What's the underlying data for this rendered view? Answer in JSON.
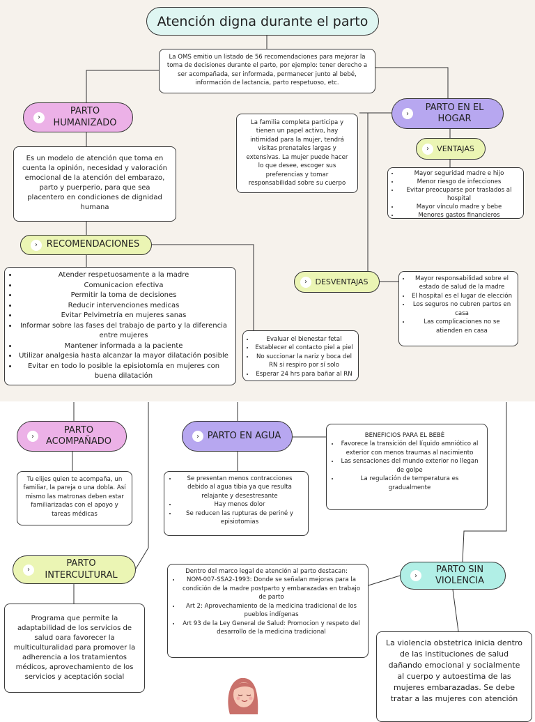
{
  "title": "Atención digna durante el parto",
  "intro": "La OMS emitio un listado de 56 recomendaciones para mejorar la toma de decisiones durante el parto, por ejemplo: tener derecho a ser acompañada, ser informada, permanecer junto al bebé, información de lactancia, parto respetuoso, etc.",
  "humanizado": {
    "label": "PARTO HUMANIZADO",
    "desc": "Es un modelo de atención que toma en cuenta la opinión, necesidad y valoración emocional de la atención del embarazo, parto y puerperio, para que sea placentero en condiciones de dignidad humana",
    "rec_label": "RECOMENDACIONES",
    "rec_items": [
      "Atender respetuosamente a la madre",
      "Comunicacion efectiva",
      "Permitir la toma de decisiones",
      "Reducir intervenciones medicas",
      "Evitar Pelvimetría en mujeres sanas",
      "Informar sobre las fases del trabajo de parto y la diferencia entre mujeres",
      "Mantener informada a la paciente",
      "Utilizar analgesia hasta alcanzar la mayor dilatación posible",
      "Evitar en todo lo posible la episiotomía en mujeres con buena dilatación"
    ],
    "rec_items2": [
      "Evaluar el bienestar fetal",
      "Establecer el contacto piel a piel",
      "No succionar la nariz y boca del RN si respiro por sí solo",
      "Esperar 24 hrs para bañar al RN"
    ]
  },
  "hogar": {
    "label": "PARTO EN EL HOGAR",
    "desc": "La familia completa participa y tienen un papel activo, hay intimidad para la mujer, tendrá visitas prenatales largas y extensivas. La mujer puede hacer lo que desee, escoger sus preferencias y tomar responsabilidad sobre su cuerpo",
    "ventajas_label": "VENTAJAS",
    "ventajas": [
      "Mayor seguridad madre e hijo",
      "Menor riesgo de infecciones",
      "Evitar preocuparse por traslados al hospital",
      "Mayor vínculo madre y bebe",
      "Menores gastos financieros"
    ],
    "desventajas_label": "DESVENTAJAS",
    "desventajas": [
      "Mayor responsabilidad sobre el estado de salud de la madre",
      "El hospital es el lugar de elección",
      "Los seguros no cubren partos en casa",
      "Las complicaciones no se atienden en casa"
    ]
  },
  "acompanado": {
    "label": "PARTO ACOMPAÑADO",
    "desc": "Tu elijes quien te acompaña, un familiar, la pareja o una dobla. Así mismo las matronas deben estar familiarizadas con el apoyo y tareas médicas"
  },
  "agua": {
    "label": "PARTO EN AGUA",
    "items": [
      "Se presentan menos contracciones debido al agua tibia ya que resulta relajante y desestresante",
      "Hay menos dolor",
      "Se reducen las rupturas de periné y episiotomias"
    ],
    "benef_title": "BENEFICIOS PARA EL BEBÉ",
    "benef_items": [
      "Favorece la transición del líquido amniótico al exterior con menos traumas al nacimiento",
      "Las sensaciones del mundo exterior no llegan de golpe",
      "La regulación de temperatura es gradualmente"
    ]
  },
  "intercultural": {
    "label": "PARTO INTERCULTURAL",
    "desc": "Programa que permite la adaptabilidad de los servicios de salud oara favorecer la multiculturalidad para promover la adherencia a los tratamientos médicos, aprovechamiento de los servicios y aceptación social"
  },
  "legal": {
    "intro": "Dentro del marco legal de atención al parto destacan:",
    "items": [
      "NOM-007-SSA2-1993: Donde se señalan mejoras para la condición de la madre postparto y embarazadas en trabajo de parto",
      "Art 2: Aprovechamiento de la medicina tradicional de los pueblos indígenas",
      "Art 93 de la Ley General de Salud: Promocion y respeto del desarrollo de la medicina tradicional"
    ]
  },
  "sin_violencia": {
    "label": "PARTO SIN VIOLENCIA",
    "desc": "La violencia obstetrica inicia dentro de las instituciones de salud dañando emocional y socialmente al cuerpo y autoestima de las mujeres embarazadas. Se debe tratar a las mujeres con atención"
  },
  "colors": {
    "pink": "#ecb1e7",
    "purple": "#b7a7f0",
    "lime": "#ebf5b4",
    "mint": "#b1efe6",
    "title_bg": "#dff6f2",
    "top_bg": "#f6f2ec"
  },
  "icons": {
    "pill_marker": "chevron-right-icon",
    "illustration": "woman-illustration"
  }
}
